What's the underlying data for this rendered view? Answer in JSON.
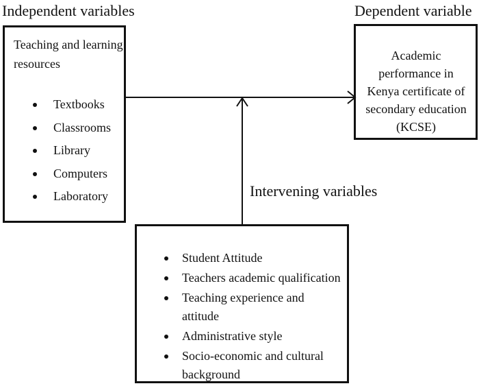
{
  "headings": {
    "independent": "Independent variables",
    "dependent": "Dependent variable",
    "intervening": "Intervening variables"
  },
  "independent_box": {
    "title": "Teaching and learning resources",
    "items": [
      "Textbooks",
      "Classrooms",
      "Library",
      "Computers",
      "Laboratory"
    ]
  },
  "dependent_box": {
    "text": "Academic performance in Kenya certificate of secondary education (KCSE)"
  },
  "intervening_box": {
    "items": [
      "Student Attitude",
      "Teachers academic qualification",
      "Teaching experience and attitude",
      "Administrative style",
      "Socio-economic and cultural background"
    ]
  }
}
